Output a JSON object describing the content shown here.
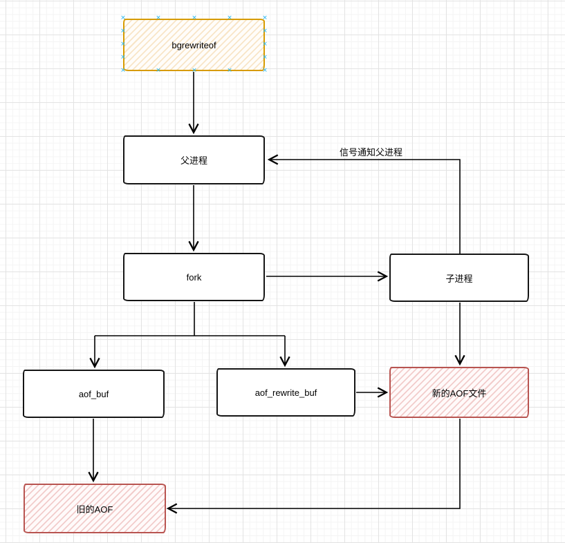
{
  "app": {
    "type": "diagram-editor-canvas"
  },
  "nodes": {
    "bgrewriteof": {
      "label": "bgrewriteof",
      "style": "orange-hatched",
      "selected": true
    },
    "parent_process": {
      "label": "父进程",
      "style": "plain",
      "selected": false
    },
    "fork": {
      "label": "fork",
      "style": "plain",
      "selected": false
    },
    "child_process": {
      "label": "子进程",
      "style": "plain",
      "selected": false
    },
    "aof_buf": {
      "label": "aof_buf",
      "style": "plain",
      "selected": false
    },
    "aof_rewrite_buf": {
      "label": "aof_rewrite_buf",
      "style": "plain",
      "selected": false
    },
    "new_aof_file": {
      "label": "新的AOF文件",
      "style": "red-hatched",
      "selected": false
    },
    "old_aof": {
      "label": "旧的AOF",
      "style": "red-hatched",
      "selected": false
    }
  },
  "edges": {
    "signal_to_parent": {
      "label": "信号通知父进程"
    }
  },
  "connections": [
    {
      "from": "bgrewriteof",
      "to": "parent_process",
      "label": ""
    },
    {
      "from": "parent_process",
      "to": "fork",
      "label": ""
    },
    {
      "from": "fork",
      "to": "child_process",
      "label": ""
    },
    {
      "from": "fork",
      "to": "aof_buf",
      "label": ""
    },
    {
      "from": "fork",
      "to": "aof_rewrite_buf",
      "label": ""
    },
    {
      "from": "aof_rewrite_buf",
      "to": "new_aof_file",
      "label": ""
    },
    {
      "from": "child_process",
      "to": "new_aof_file",
      "label": ""
    },
    {
      "from": "child_process",
      "to": "parent_process",
      "label": "信号通知父进程"
    },
    {
      "from": "aof_buf",
      "to": "old_aof",
      "label": ""
    },
    {
      "from": "new_aof_file",
      "to": "old_aof",
      "label": ""
    }
  ],
  "colors": {
    "orange_border": "#d79b00",
    "red_border": "#b85450",
    "plain_border": "#141414",
    "connector": "#000000",
    "selection_handle": "#2fb9f0",
    "grid_major": "#e3e3e3",
    "grid_minor": "#f4f4f4",
    "background": "#ffffff"
  }
}
